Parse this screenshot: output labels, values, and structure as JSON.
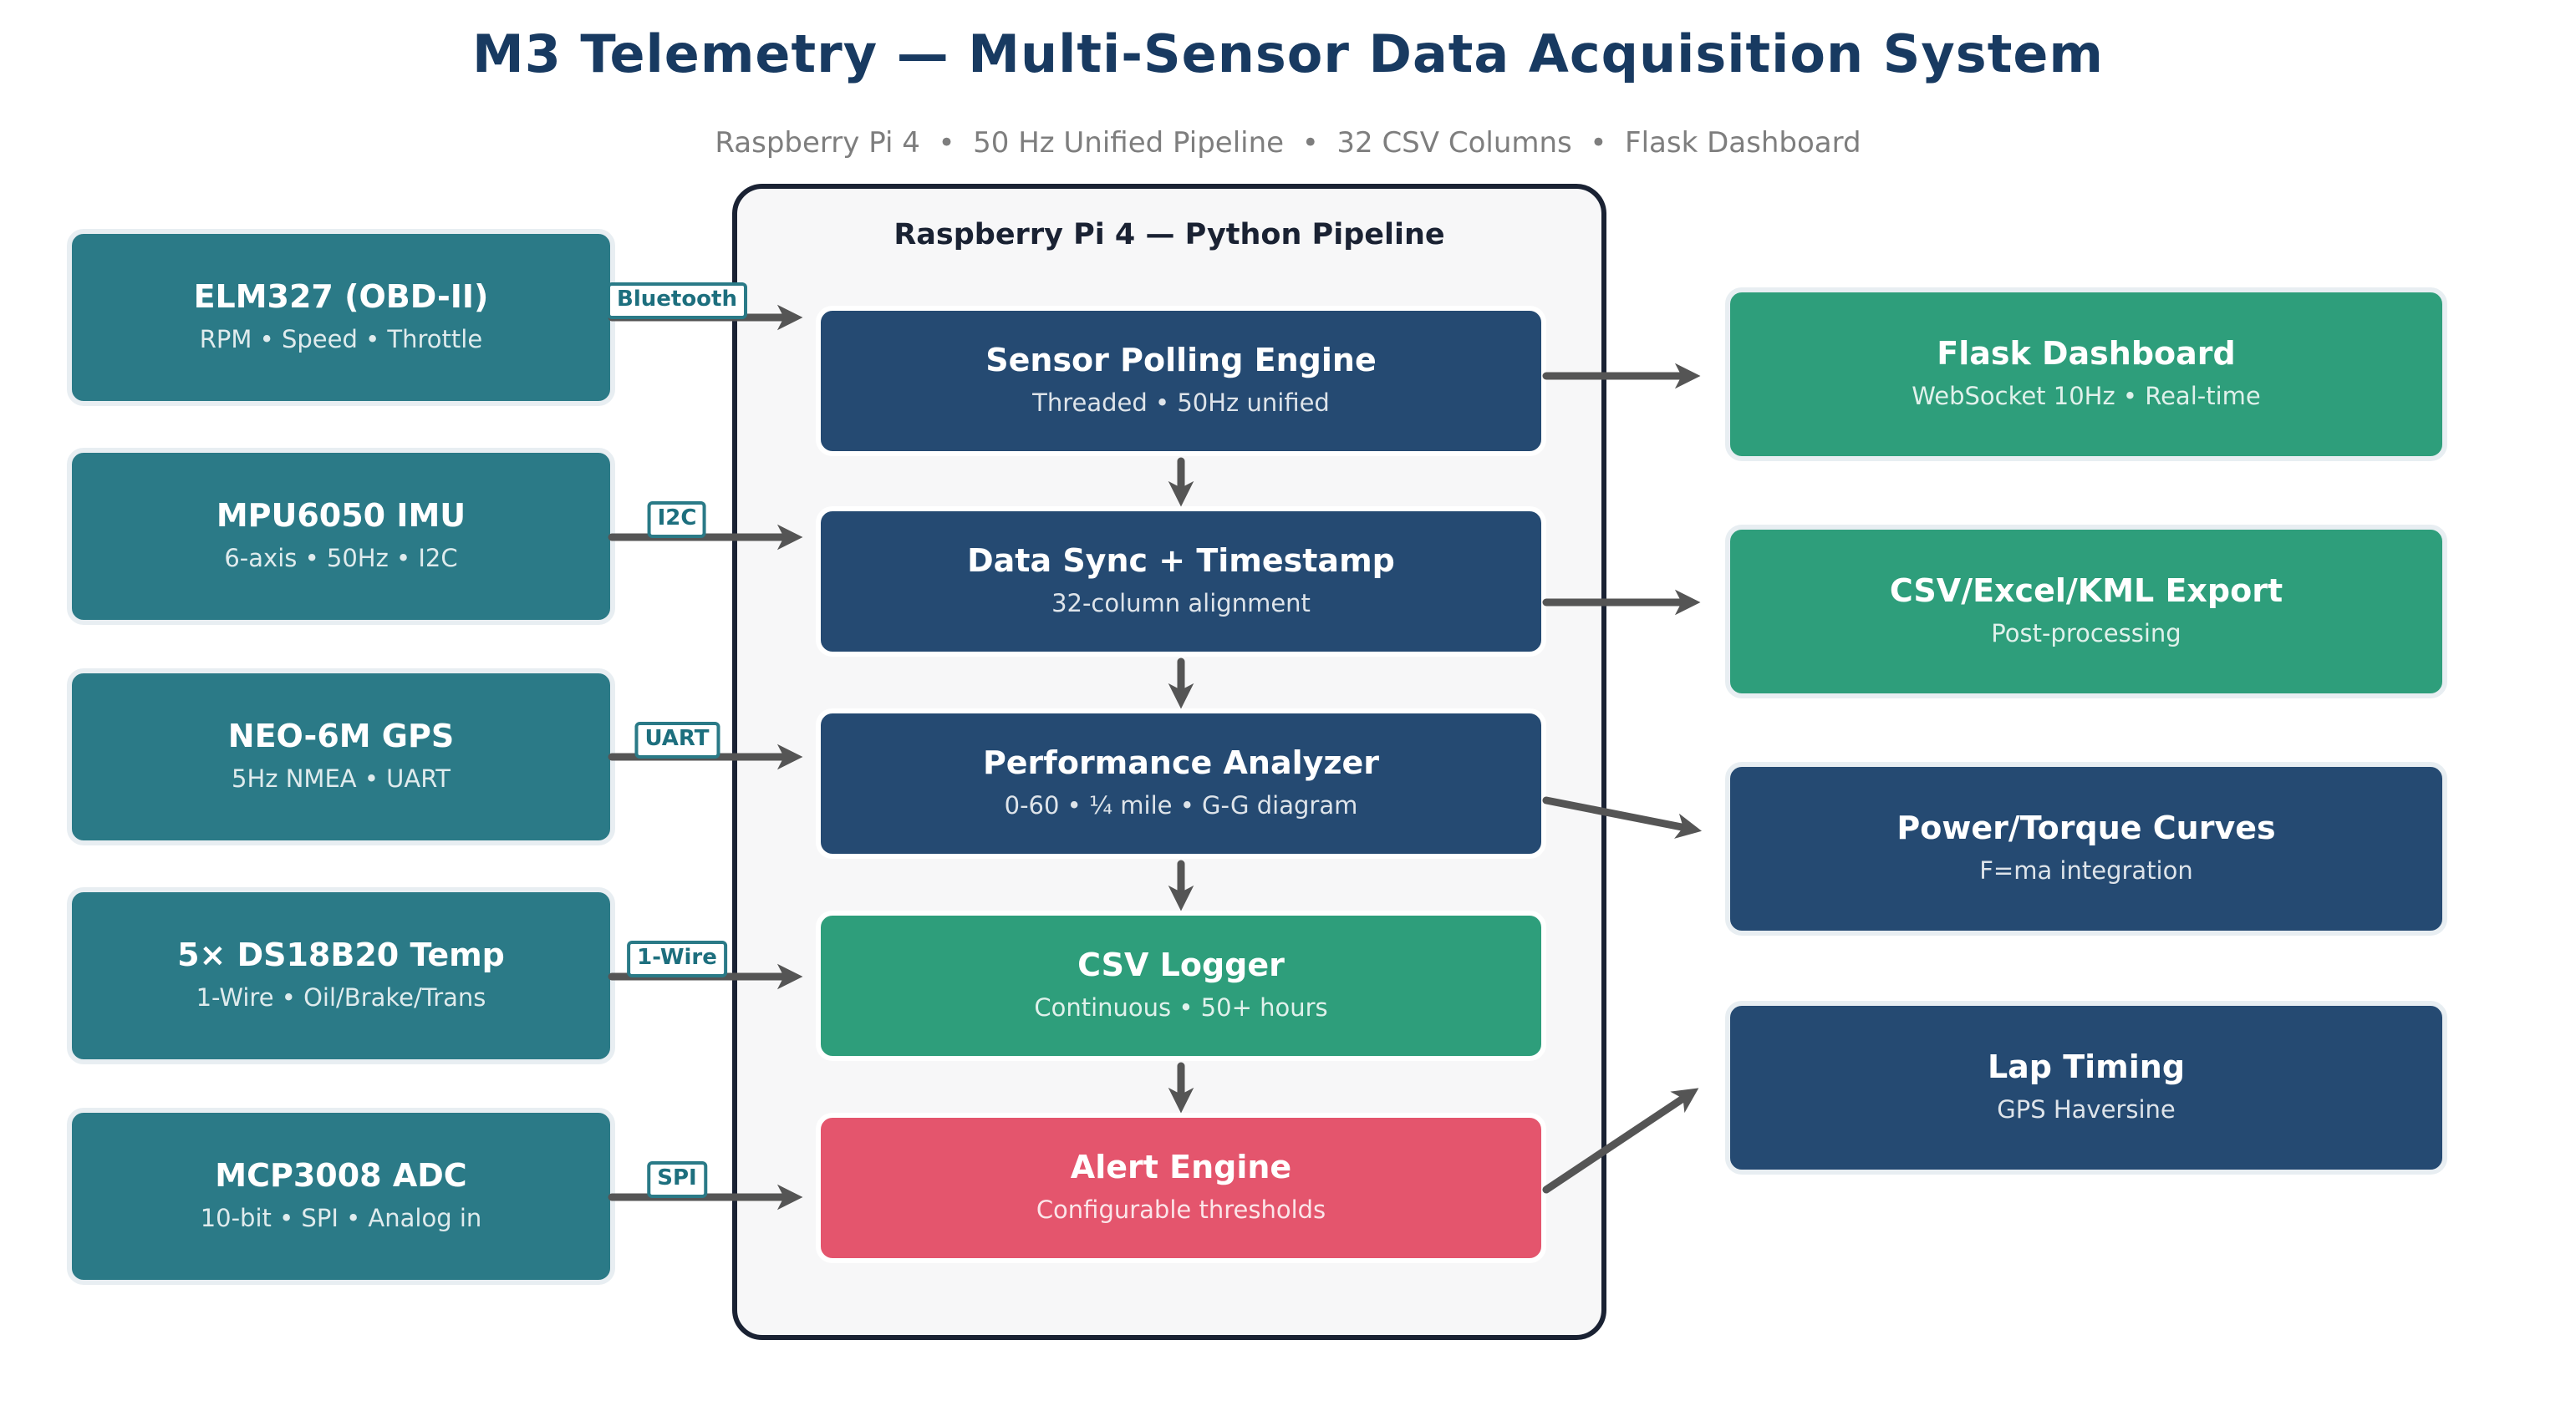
{
  "header": {
    "title": "M3 Telemetry — Multi-Sensor Data Acquisition System",
    "subtitle": "Raspberry Pi 4  •  50 Hz Unified Pipeline  •  32 CSV Columns  •  Flask Dashboard"
  },
  "sensors": [
    {
      "title": "ELM327 (OBD-II)",
      "subtitle": "RPM • Speed • Throttle",
      "protocol": "Bluetooth",
      "color": "teal"
    },
    {
      "title": "MPU6050 IMU",
      "subtitle": "6-axis • 50Hz • I2C",
      "protocol": "I2C",
      "color": "teal"
    },
    {
      "title": "NEO-6M GPS",
      "subtitle": "5Hz NMEA • UART",
      "protocol": "UART",
      "color": "teal"
    },
    {
      "title": "5× DS18B20 Temp",
      "subtitle": "1-Wire • Oil/Brake/Trans",
      "protocol": "1-Wire",
      "color": "teal"
    },
    {
      "title": "MCP3008 ADC",
      "subtitle": "10-bit • SPI • Analog in",
      "protocol": "SPI",
      "color": "teal"
    }
  ],
  "pipeline_panel": {
    "title": "Raspberry Pi 4 — Python Pipeline",
    "stages": [
      {
        "title": "Sensor Polling Engine",
        "subtitle": "Threaded • 50Hz unified",
        "color": "navy"
      },
      {
        "title": "Data Sync + Timestamp",
        "subtitle": "32-column alignment",
        "color": "navy"
      },
      {
        "title": "Performance Analyzer",
        "subtitle": "0-60 • ¼ mile • G-G diagram",
        "color": "navy"
      },
      {
        "title": "CSV Logger",
        "subtitle": "Continuous • 50+ hours",
        "color": "green"
      },
      {
        "title": "Alert Engine",
        "subtitle": "Configurable thresholds",
        "color": "red"
      }
    ]
  },
  "outputs": [
    {
      "title": "Flask Dashboard",
      "subtitle": "WebSocket 10Hz • Real-time",
      "color": "green"
    },
    {
      "title": "CSV/Excel/KML Export",
      "subtitle": "Post-processing",
      "color": "green"
    },
    {
      "title": "Power/Torque Curves",
      "subtitle": "F=ma integration",
      "color": "navy"
    },
    {
      "title": "Lap Timing",
      "subtitle": "GPS Haversine",
      "color": "navy"
    }
  ],
  "colors": {
    "title_navy": "#183a61",
    "subtitle_gray": "#7e7e7e",
    "teal": "#2b7a87",
    "navy": "#254a72",
    "green": "#2e9e7b",
    "red": "#e4556d",
    "arrow_gray": "#555555",
    "panel_border": "#1a2233",
    "protocol_teal": "#1d6f7e"
  }
}
